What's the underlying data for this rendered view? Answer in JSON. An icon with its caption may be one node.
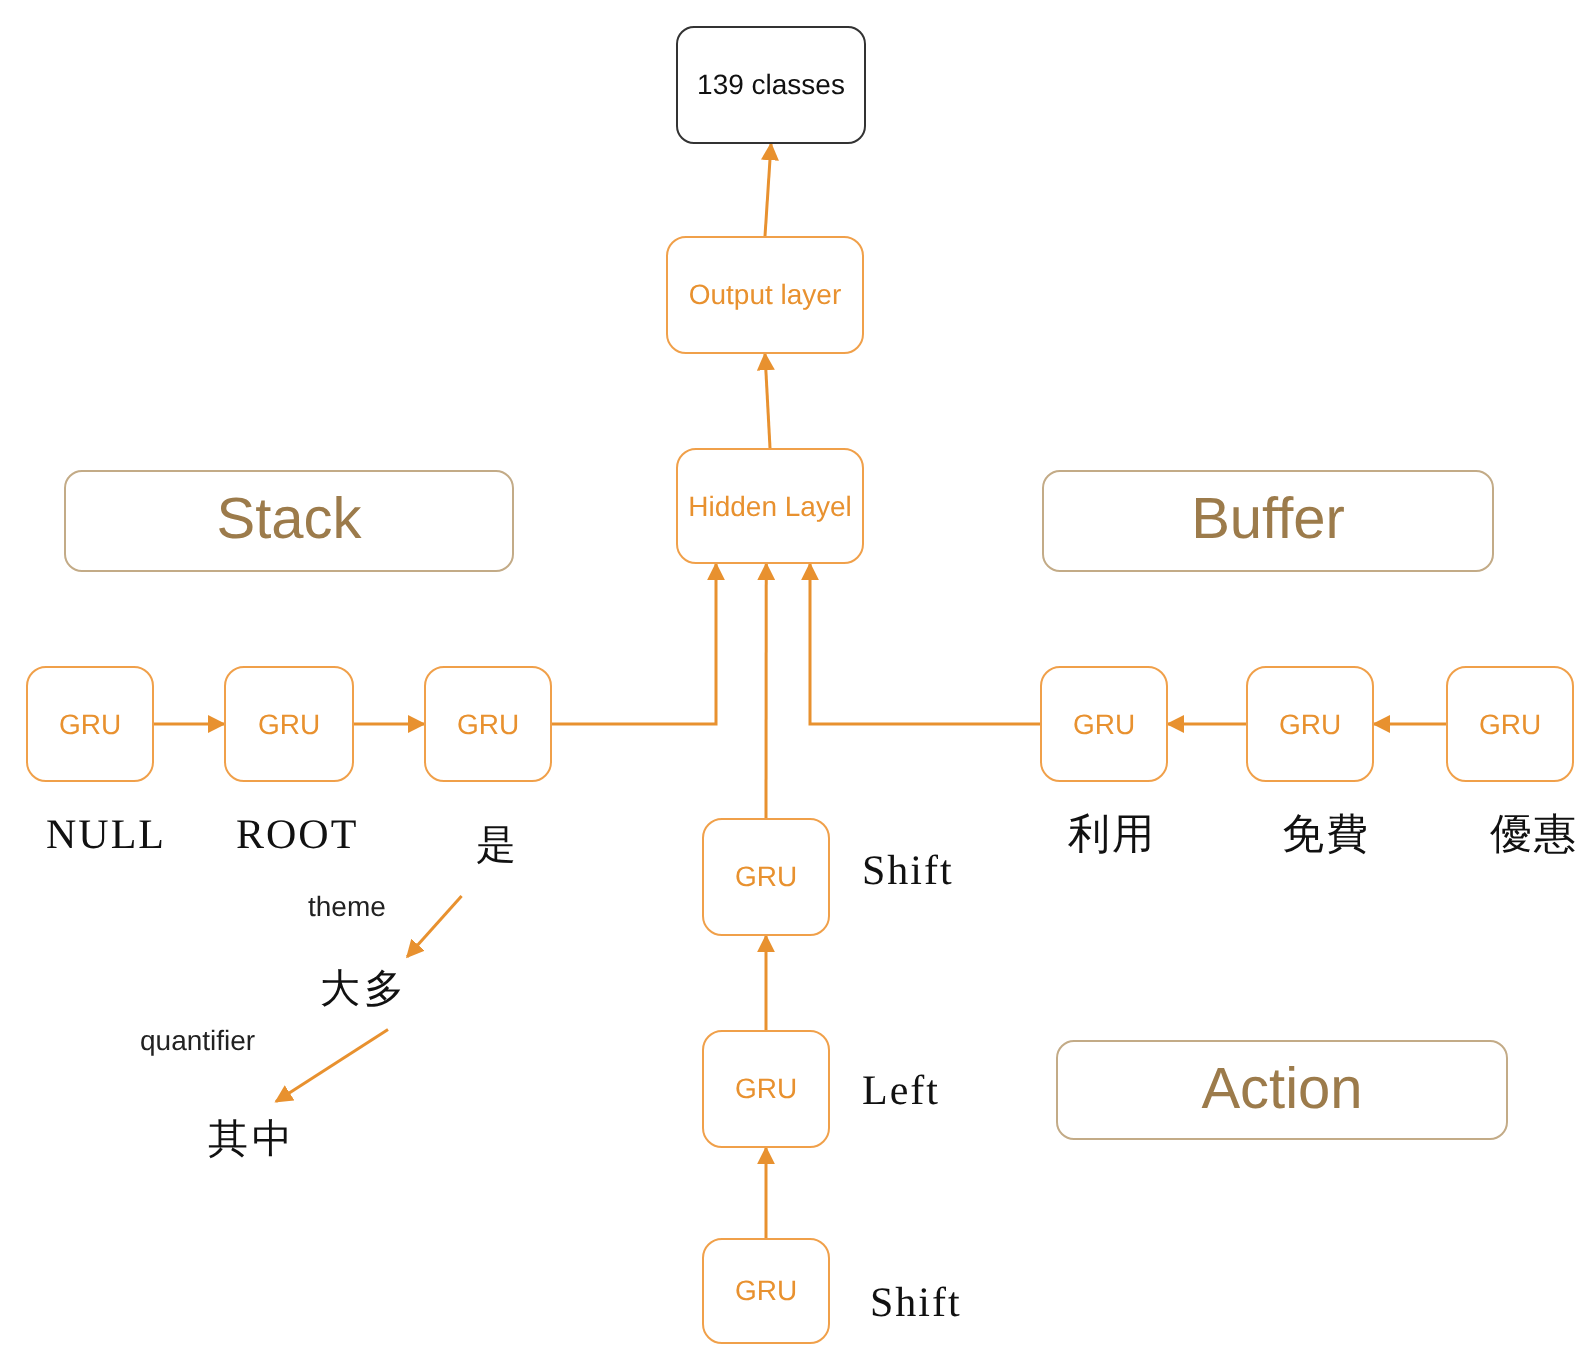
{
  "diagram": {
    "nodes": [
      {
        "text": [
          "139 classes"
        ]
      },
      {
        "text": [
          "Output layer"
        ]
      },
      {
        "text": [
          "Hidden Layel"
        ]
      },
      {
        "text": [
          "Stack"
        ]
      },
      {
        "text": [
          "Buffer"
        ]
      },
      {
        "text": [
          "GRU"
        ],
        "beside": [
          "NULL"
        ]
      },
      {
        "text": [
          "GRU"
        ],
        "beside": [
          "ROOT"
        ]
      },
      {
        "text": [
          "GRU"
        ]
      },
      {
        "text": [
          "GRU"
        ],
        "beside": [
          "利用"
        ]
      },
      {
        "text": [
          "GRU"
        ],
        "beside": [
          "免費"
        ]
      },
      {
        "text": [
          "GRU"
        ],
        "beside": [
          "優惠"
        ]
      },
      {
        "text": [
          "GRU"
        ],
        "beside": [
          "Shift"
        ]
      },
      {
        "text": [
          "GRU"
        ],
        "beside": [
          "Left"
        ]
      },
      {
        "text": [
          "GRU"
        ],
        "beside": [
          "Shift"
        ]
      },
      {
        "text": [
          "Action"
        ]
      },
      {
        "text": [
          "是"
        ]
      },
      {
        "text": [
          "大多"
        ]
      },
      {
        "text": [
          "其中"
        ]
      }
    ],
    "edges": [
      {
        "from": 1,
        "to": 0,
        "arrow": "to"
      },
      {
        "from": 2,
        "to": 1,
        "arrow": "to"
      },
      {
        "from": 5,
        "to": 6,
        "arrow": "to"
      },
      {
        "from": 6,
        "to": 7,
        "arrow": "to"
      },
      {
        "from": 7,
        "to": 2,
        "arrow": "to"
      },
      {
        "from": 11,
        "to": 2,
        "arrow": "to"
      },
      {
        "from": 8,
        "to": 2,
        "arrow": "to"
      },
      {
        "from": 10,
        "to": 9,
        "arrow": "to"
      },
      {
        "from": 9,
        "to": 8,
        "arrow": "to"
      },
      {
        "from": 12,
        "to": 11,
        "arrow": "to"
      },
      {
        "from": 13,
        "to": 12,
        "arrow": "to"
      },
      {
        "from": 15,
        "to": 16,
        "label": "theme",
        "arrow": "to"
      },
      {
        "from": 16,
        "to": 17,
        "label": "quantifier",
        "arrow": "to"
      }
    ]
  }
}
